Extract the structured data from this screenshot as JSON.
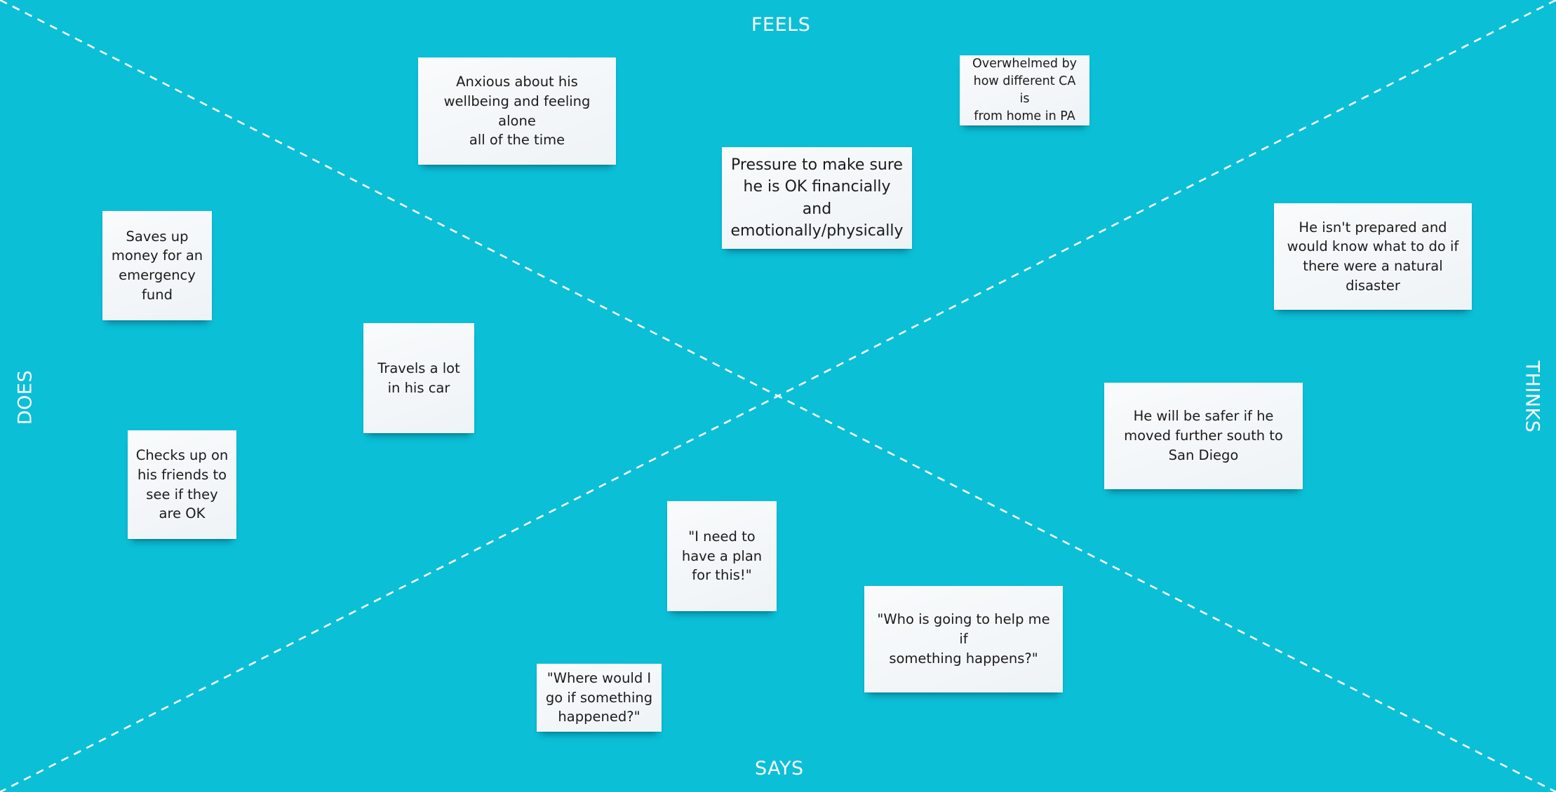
{
  "colors": {
    "board_background": "#0bbfd7",
    "divider_lines": "#ffffff",
    "sticky_note": "#f3f7f9",
    "note_text": "#1b1b1b",
    "label_text": "#ffffff"
  },
  "quadrants": {
    "feels": "FEELS",
    "says": "SAYS",
    "does": "DOES",
    "thinks": "THINKS"
  },
  "notes": {
    "feels": [
      {
        "id": "anxious",
        "lines": [
          "Anxious about his",
          "wellbeing and feeling alone",
          "all of the time"
        ]
      },
      {
        "id": "overwhelmed",
        "lines": [
          "Overwhelmed by",
          "how different CA is",
          "from home in PA"
        ]
      },
      {
        "id": "pressure",
        "lines": [
          "Pressure to make sure",
          "he is OK financially and",
          "emotionally/physically"
        ]
      }
    ],
    "does": [
      {
        "id": "saves",
        "lines": [
          "Saves up",
          "money for an",
          "emergency",
          "fund"
        ]
      },
      {
        "id": "travels",
        "lines": [
          "Travels a lot",
          "in his car"
        ]
      },
      {
        "id": "checks",
        "lines": [
          "Checks up on",
          "his friends to",
          "see if they",
          "are OK"
        ]
      }
    ],
    "thinks": [
      {
        "id": "notprepared",
        "lines": [
          "He isn't prepared and",
          "would know what to do if",
          "there were a natural",
          "disaster"
        ]
      },
      {
        "id": "safer",
        "lines": [
          "He will be safer if he",
          "moved further south to",
          "San Diego"
        ]
      }
    ],
    "says": [
      {
        "id": "plan",
        "lines": [
          "\"I need to",
          "have a plan",
          "for this!\""
        ]
      },
      {
        "id": "whohelp",
        "lines": [
          "\"Who is going to help me if",
          "something happens?\""
        ]
      },
      {
        "id": "wherego",
        "lines": [
          "\"Where would I",
          "go if something",
          "happened?\""
        ]
      }
    ]
  }
}
